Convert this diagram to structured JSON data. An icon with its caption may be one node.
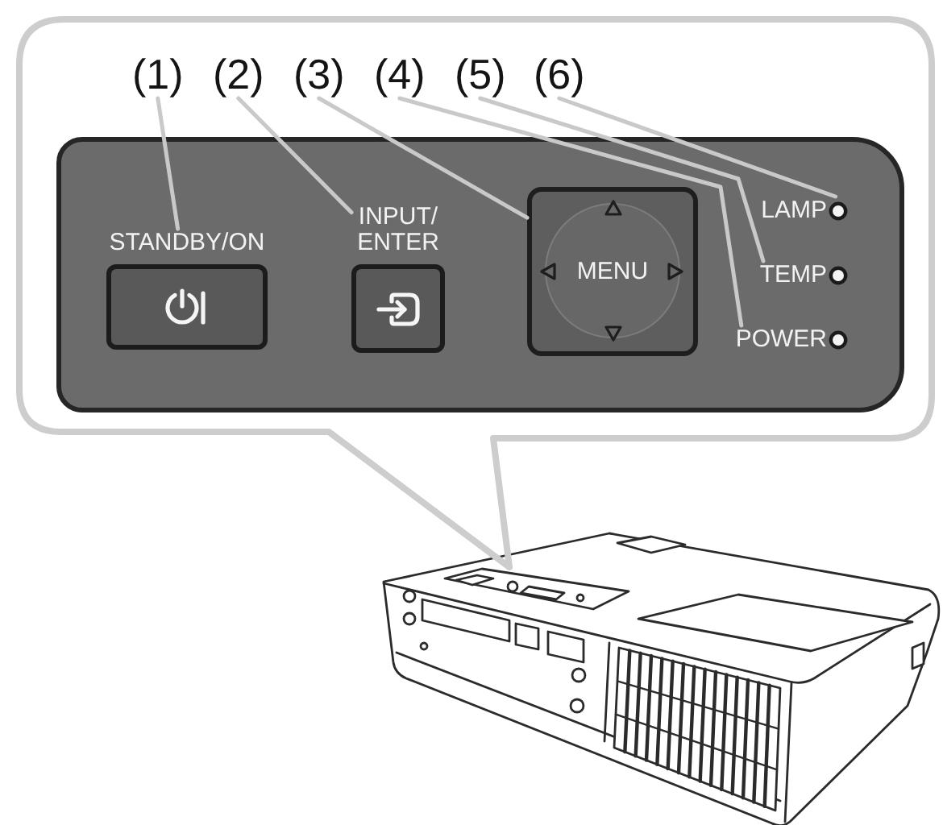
{
  "diagram": {
    "nodes": [
      {
        "text": [
          "(1)"
        ]
      },
      {
        "text": [
          "(2)"
        ]
      },
      {
        "text": [
          "(3)"
        ]
      },
      {
        "text": [
          "(4)"
        ]
      },
      {
        "text": [
          "(5)"
        ]
      },
      {
        "text": [
          "(6)"
        ]
      },
      {
        "text": [],
        "shape": "box"
      },
      {
        "text": [
          "STANDBY/ON"
        ],
        "in": 6
      },
      {
        "text": [
          "INPUT/ ENTER"
        ],
        "in": 6
      },
      {
        "text": [
          "MENU"
        ],
        "in": 6
      },
      {
        "text": [
          "LAMP"
        ],
        "in": 6
      },
      {
        "text": [
          "TEMP"
        ],
        "in": 6
      },
      {
        "text": [
          "POWER"
        ],
        "in": 6
      }
    ],
    "edges": [
      {
        "from": 0,
        "to": 7,
        "arrow": "none"
      },
      {
        "from": 1,
        "to": 8,
        "arrow": "none"
      },
      {
        "from": 2,
        "to": 9,
        "arrow": "none"
      },
      {
        "from": 3,
        "to": 12,
        "arrow": "none"
      },
      {
        "from": 4,
        "to": 11,
        "arrow": "none"
      },
      {
        "from": 5,
        "to": 10,
        "arrow": "none"
      }
    ]
  }
}
